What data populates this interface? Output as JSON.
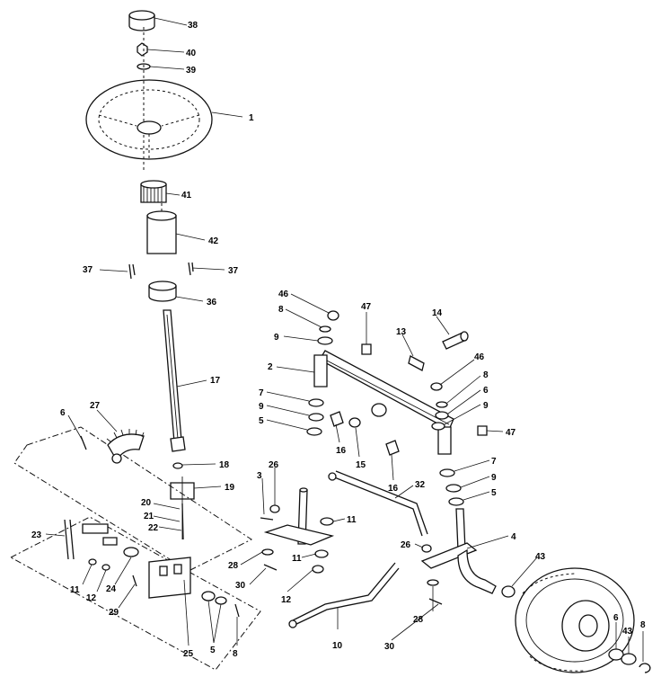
{
  "callouts": [
    {
      "id": "c1",
      "text": "38"
    },
    {
      "id": "c2",
      "text": "40"
    },
    {
      "id": "c3",
      "text": "39"
    },
    {
      "id": "c4",
      "text": "1"
    },
    {
      "id": "c5",
      "text": "41"
    },
    {
      "id": "c6",
      "text": "42"
    },
    {
      "id": "c7",
      "text": "37"
    },
    {
      "id": "c8",
      "text": "37"
    },
    {
      "id": "c9",
      "text": "36"
    },
    {
      "id": "c10",
      "text": "17"
    },
    {
      "id": "c11",
      "text": "27"
    },
    {
      "id": "c12",
      "text": "6"
    },
    {
      "id": "c13",
      "text": "18"
    },
    {
      "id": "c14",
      "text": "19"
    },
    {
      "id": "c15",
      "text": "20"
    },
    {
      "id": "c16",
      "text": "21"
    },
    {
      "id": "c17",
      "text": "22"
    },
    {
      "id": "c18",
      "text": "23"
    },
    {
      "id": "c19",
      "text": "11"
    },
    {
      "id": "c20",
      "text": "12"
    },
    {
      "id": "c21",
      "text": "24"
    },
    {
      "id": "c22",
      "text": "29"
    },
    {
      "id": "c23",
      "text": "25"
    },
    {
      "id": "c24",
      "text": "5"
    },
    {
      "id": "c25",
      "text": "8"
    },
    {
      "id": "c26",
      "text": "46"
    },
    {
      "id": "c27",
      "text": "8"
    },
    {
      "id": "c28",
      "text": "9"
    },
    {
      "id": "c29",
      "text": "2"
    },
    {
      "id": "c30",
      "text": "7"
    },
    {
      "id": "c31",
      "text": "9"
    },
    {
      "id": "c32",
      "text": "5"
    },
    {
      "id": "c33",
      "text": "47"
    },
    {
      "id": "c34",
      "text": "13"
    },
    {
      "id": "c35",
      "text": "14"
    },
    {
      "id": "c36",
      "text": "46"
    },
    {
      "id": "c37",
      "text": "8"
    },
    {
      "id": "c38",
      "text": "6"
    },
    {
      "id": "c39",
      "text": "9"
    },
    {
      "id": "c40",
      "text": "47"
    },
    {
      "id": "c41",
      "text": "16"
    },
    {
      "id": "c42",
      "text": "15"
    },
    {
      "id": "c43",
      "text": "16"
    },
    {
      "id": "c44",
      "text": "7"
    },
    {
      "id": "c45",
      "text": "9"
    },
    {
      "id": "c46",
      "text": "5"
    },
    {
      "id": "c47",
      "text": "3"
    },
    {
      "id": "c48",
      "text": "26"
    },
    {
      "id": "c49",
      "text": "11"
    },
    {
      "id": "c50",
      "text": "32"
    },
    {
      "id": "c51",
      "text": "28"
    },
    {
      "id": "c52",
      "text": "30"
    },
    {
      "id": "c53",
      "text": "11"
    },
    {
      "id": "c54",
      "text": "12"
    },
    {
      "id": "c55",
      "text": "26"
    },
    {
      "id": "c56",
      "text": "4"
    },
    {
      "id": "c57",
      "text": "43"
    },
    {
      "id": "c58",
      "text": "28"
    },
    {
      "id": "c59",
      "text": "10"
    },
    {
      "id": "c60",
      "text": "30"
    },
    {
      "id": "c61",
      "text": "6"
    },
    {
      "id": "c62",
      "text": "43"
    },
    {
      "id": "c63",
      "text": "8"
    }
  ]
}
